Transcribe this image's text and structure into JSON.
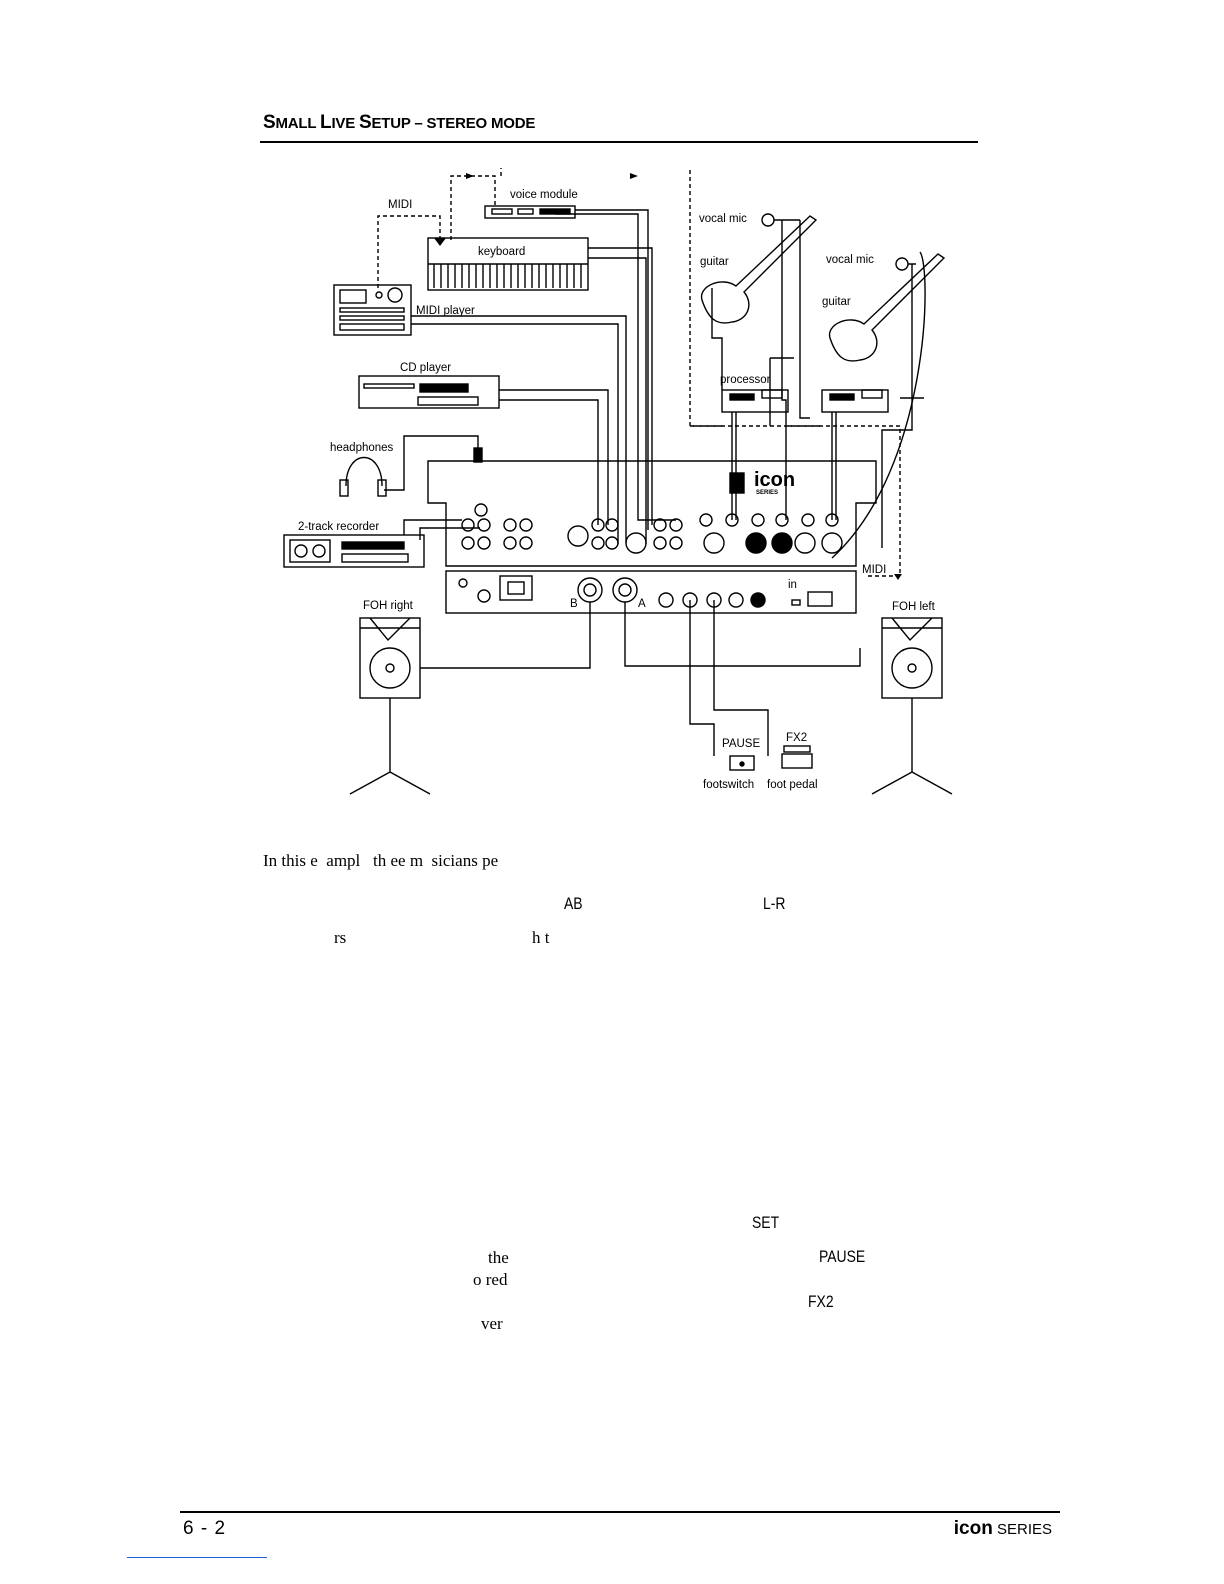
{
  "heading": {
    "first_cap": "S",
    "first_rest": "MALL ",
    "second_cap": "L",
    "second_rest": "IVE ",
    "third_cap": "S",
    "third_rest": "ETUP",
    "tail": " – STEREO MODE"
  },
  "diagram": {
    "labels": {
      "midi_top": "MIDI",
      "voice_module": "voice module",
      "keyboard": "keyboard",
      "midi_player": "MIDI player",
      "cd_player": "CD player",
      "headphones": "headphones",
      "two_track": "2-track recorder",
      "vocal_mic_1": "vocal mic",
      "guitar_1": "guitar",
      "vocal_mic_2": "vocal mic",
      "guitar_2": "guitar",
      "processor": "processor",
      "midi_right": "MIDI",
      "in": "in",
      "out_b": "B",
      "out_a": "A",
      "foh_right": "FOH right",
      "foh_left": "FOH left",
      "pause": "PAUSE",
      "fx2": "FX2",
      "footswitch": "footswitch",
      "foot_pedal": "foot pedal",
      "logo_main": "icon",
      "logo_sub": "SERIES"
    }
  },
  "body": {
    "line1": "In this e  ampl   th ee m  sicians pe",
    "ab": "AB",
    "lr": "L-R",
    "rs": "rs",
    "ht": "h t",
    "set": "SET",
    "the": "the",
    "pause": "PAUSE",
    "ored": "o red",
    "fx2": "FX2",
    "ver": "ver"
  },
  "footer": {
    "page_number": "6 - 2",
    "brand_bold": "icon",
    "brand_rest": " SERIES"
  }
}
